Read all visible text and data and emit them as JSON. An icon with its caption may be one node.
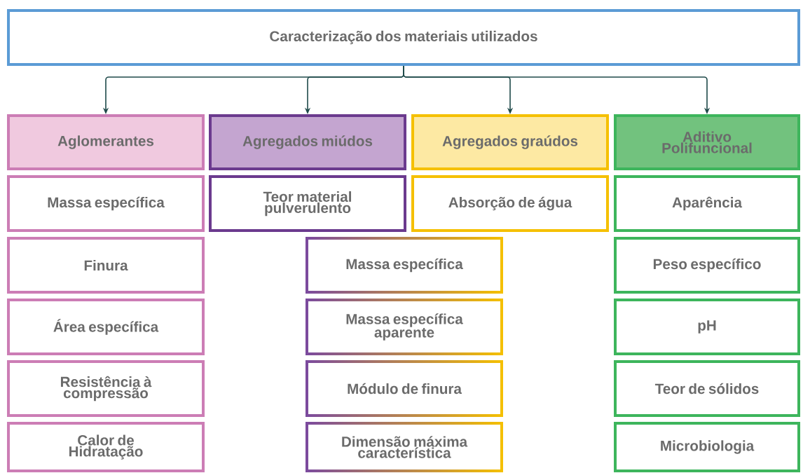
{
  "diagram": {
    "nodes": [
      {
        "text": [
          "Caracterização dos materiais utilizados"
        ]
      },
      {
        "text": [
          "Aglomerantes"
        ]
      },
      {
        "text": [
          "Agregados miúdos"
        ]
      },
      {
        "text": [
          "Agregados graúdos"
        ]
      },
      {
        "text": [
          "Aditivo Polifuncional"
        ]
      },
      {
        "text": [
          "Massa específica"
        ]
      },
      {
        "text": [
          "Teor material pulverulento"
        ]
      },
      {
        "text": [
          "Absorção de água"
        ]
      },
      {
        "text": [
          "Aparência"
        ]
      },
      {
        "text": [
          "Finura"
        ]
      },
      {
        "text": [
          "Massa específica"
        ]
      },
      {
        "text": [
          "Peso específico"
        ]
      },
      {
        "text": [
          "Área específica"
        ]
      },
      {
        "text": [
          "Massa específica aparente"
        ]
      },
      {
        "text": [
          "pH"
        ]
      },
      {
        "text": [
          "Resistência à compressão"
        ]
      },
      {
        "text": [
          "Módulo de finura"
        ]
      },
      {
        "text": [
          "Teor de sólidos"
        ]
      },
      {
        "text": [
          "Calor de Hidratação"
        ]
      },
      {
        "text": [
          "Dimensão máxima característica"
        ]
      },
      {
        "text": [
          "Microbiologia"
        ]
      }
    ],
    "edges": [
      {
        "from": 0,
        "to": 1,
        "arrow": "to"
      },
      {
        "from": 0,
        "to": 2,
        "arrow": "to"
      },
      {
        "from": 0,
        "to": 3,
        "arrow": "to"
      },
      {
        "from": 0,
        "to": 4,
        "arrow": "to"
      }
    ]
  }
}
